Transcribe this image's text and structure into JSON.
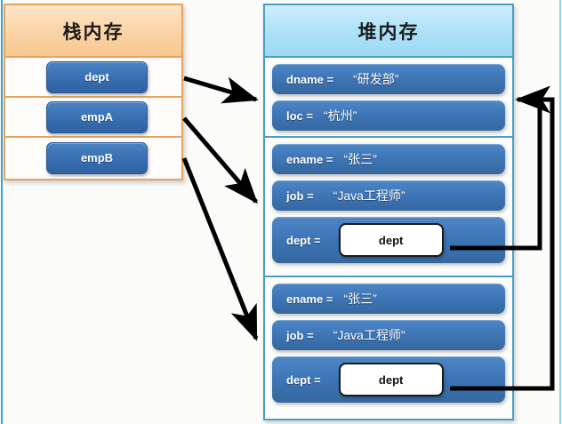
{
  "diagram": {
    "title_stack": "栈内存",
    "title_heap": "堆内存",
    "background_color": "#fbfbf9",
    "stack_border_color": "#e8a45c",
    "heap_border_color": "#4b9ec4",
    "bar_color": "#3d75b6",
    "arrow_color": "#000000"
  },
  "stack": {
    "header": "栈内存",
    "variables": [
      {
        "label": "dept"
      },
      {
        "label": "empA"
      },
      {
        "label": "empB"
      }
    ]
  },
  "heap": {
    "header": "堆内存",
    "objects": [
      {
        "name": "department-object",
        "fields": [
          {
            "key": "dname =",
            "value": "“研发部”",
            "type": "text"
          },
          {
            "key": "loc =",
            "value": "“杭州”",
            "type": "text"
          }
        ]
      },
      {
        "name": "employee-object-a",
        "fields": [
          {
            "key": "ename =",
            "value": "“张三”",
            "type": "text"
          },
          {
            "key": "job =",
            "value": "“Java工程师”",
            "type": "text"
          },
          {
            "key": "dept =",
            "value": "dept",
            "type": "pointer"
          }
        ]
      },
      {
        "name": "employee-object-b",
        "fields": [
          {
            "key": "ename =",
            "value": "“张三”",
            "type": "text"
          },
          {
            "key": "job =",
            "value": "“Java工程师”",
            "type": "text"
          },
          {
            "key": "dept =",
            "value": "dept",
            "type": "pointer"
          }
        ]
      }
    ]
  },
  "arrows": [
    {
      "name": "arrow-dept-to-department-object",
      "from": "stack.dept",
      "to": "heap.department-object"
    },
    {
      "name": "arrow-empa-to-employee-object-a",
      "from": "stack.empA",
      "to": "heap.employee-object-a"
    },
    {
      "name": "arrow-empb-to-employee-object-b",
      "from": "stack.empB",
      "to": "heap.employee-object-b"
    },
    {
      "name": "arrow-empa-dept-pointer-to-department-object",
      "from": "heap.employee-object-a.dept",
      "to": "heap.department-object"
    },
    {
      "name": "arrow-empb-dept-pointer-to-department-object",
      "from": "heap.employee-object-b.dept",
      "to": "heap.department-object"
    }
  ]
}
